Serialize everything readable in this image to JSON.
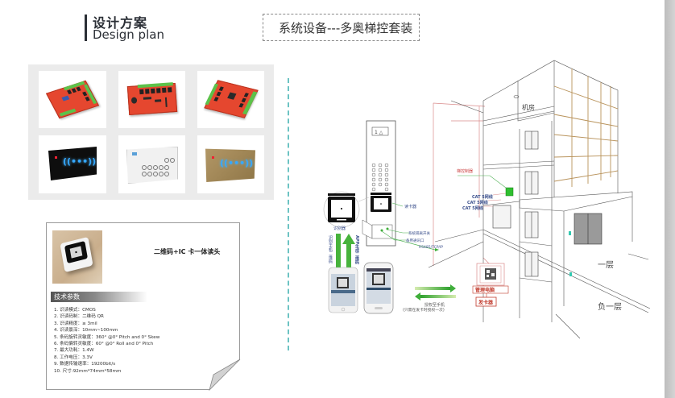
{
  "header": {
    "title_cn": "设计方案",
    "title_en": "Design plan"
  },
  "banner": {
    "label": "系统设备---多奥梯控套装"
  },
  "products": [
    {
      "name": "elevator-controller-board-a",
      "kind": "pcb"
    },
    {
      "name": "elevator-controller-board-b",
      "kind": "pcb"
    },
    {
      "name": "elevator-controller-board-c",
      "kind": "pcb"
    },
    {
      "name": "card-reader-black",
      "kind": "reader",
      "wave_glyph": "((•••))",
      "color": "#111111"
    },
    {
      "name": "keypad-reader-white",
      "kind": "keypad",
      "color": "#f2f2f2"
    },
    {
      "name": "card-reader-gold",
      "kind": "reader",
      "wave_glyph": "((•••))",
      "color": "#a88d5e"
    }
  ],
  "spec_card": {
    "product_name": "二维码+IC 卡一体读头",
    "section_title": "技术参数",
    "specs": [
      "1. 识读模式：CMOS",
      "2. 识读码制：二维码 QR",
      " 3. 识读精度：≥ 3mil",
      "4. 识读景深：10mm~100mm",
      "5. 条码旋转灵敏度：360° @0° Pitch and 0° Skew",
      "6. 条码偏转灵敏度：60° @0° Roll and 0° Pitch",
      "7. 最大功耗：1.4W",
      "8. 工作电压：3.3V",
      "9. 数据传输速率：19200bit/s",
      "10. 尺寸:92mm*74mm*58mm"
    ]
  },
  "diagram": {
    "machine_room": "机房",
    "floor_1": "一层",
    "floor_b1": "负一层",
    "card_reader": "读卡器",
    "isolation_switch": "系统隔离开关",
    "backup_port": "备用通讯口",
    "protocol": "RS485/TCP/IP",
    "recognizer": "识别器",
    "scan_phone_qr": "识别手机二维码",
    "app_generate_qr": "APP生成二维码",
    "authorize_phone": "授权至手机",
    "authorize_note": "(只需在发卡时授权一次)",
    "management_pc": "管理电脑",
    "card_issuer": "发卡器",
    "elevator_controller": "梯控制器",
    "cat5_1": "CAT 5网线",
    "cat5_2": "CAT 5网线",
    "cat5_3": "CAT 5网线",
    "panel_display": "1 △"
  },
  "colors": {
    "divider": "#6cc3c3",
    "arrow_green": "#3fae3a",
    "label_red": "#c0392b",
    "glass_grid": "#b8925a"
  }
}
